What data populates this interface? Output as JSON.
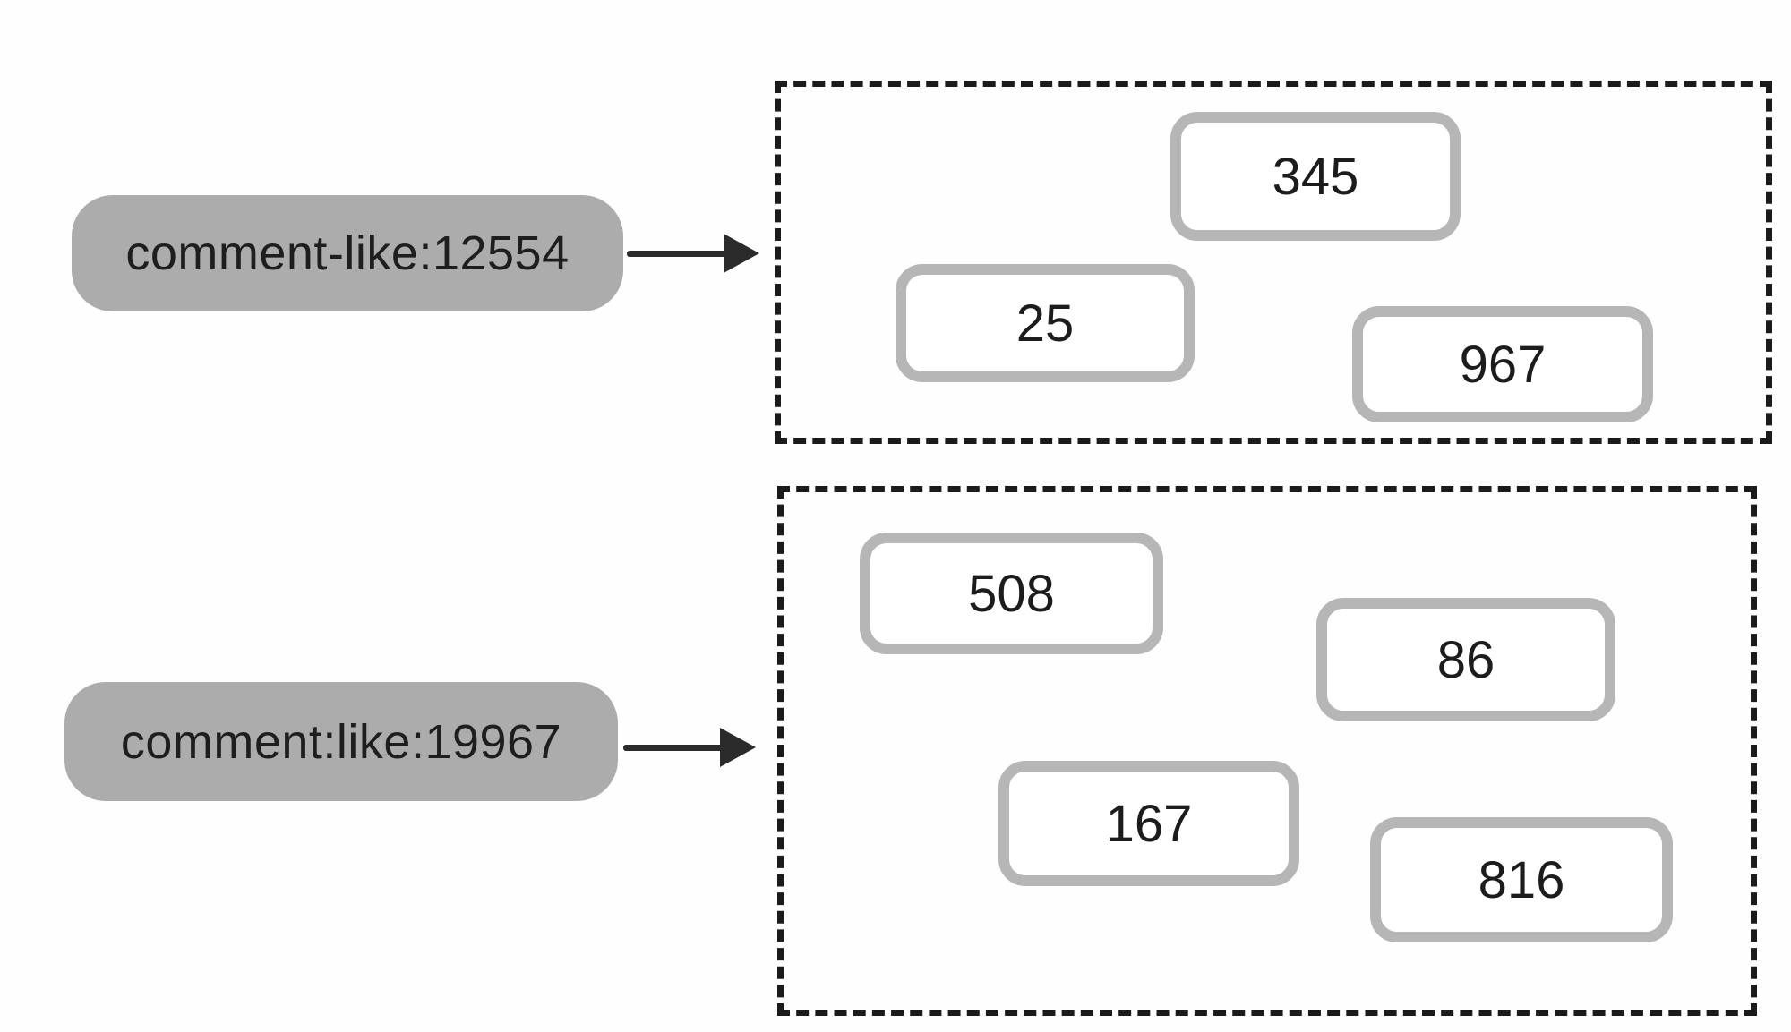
{
  "colors": {
    "background": "#fefefe",
    "pill_fill": "#acacac",
    "pill_text": "#1e1e1e",
    "arrow": "#2b2b2b",
    "dashed_border": "#1b1b1b",
    "value_box_border": "#b6b6b6",
    "value_box_fill": "#ffffff",
    "value_text": "#1c1c1c"
  },
  "groups": [
    {
      "key": "comment-like:12554",
      "values": [
        "345",
        "25",
        "967"
      ]
    },
    {
      "key": "comment:like:19967",
      "values": [
        "508",
        "86",
        "167",
        "816"
      ]
    }
  ]
}
